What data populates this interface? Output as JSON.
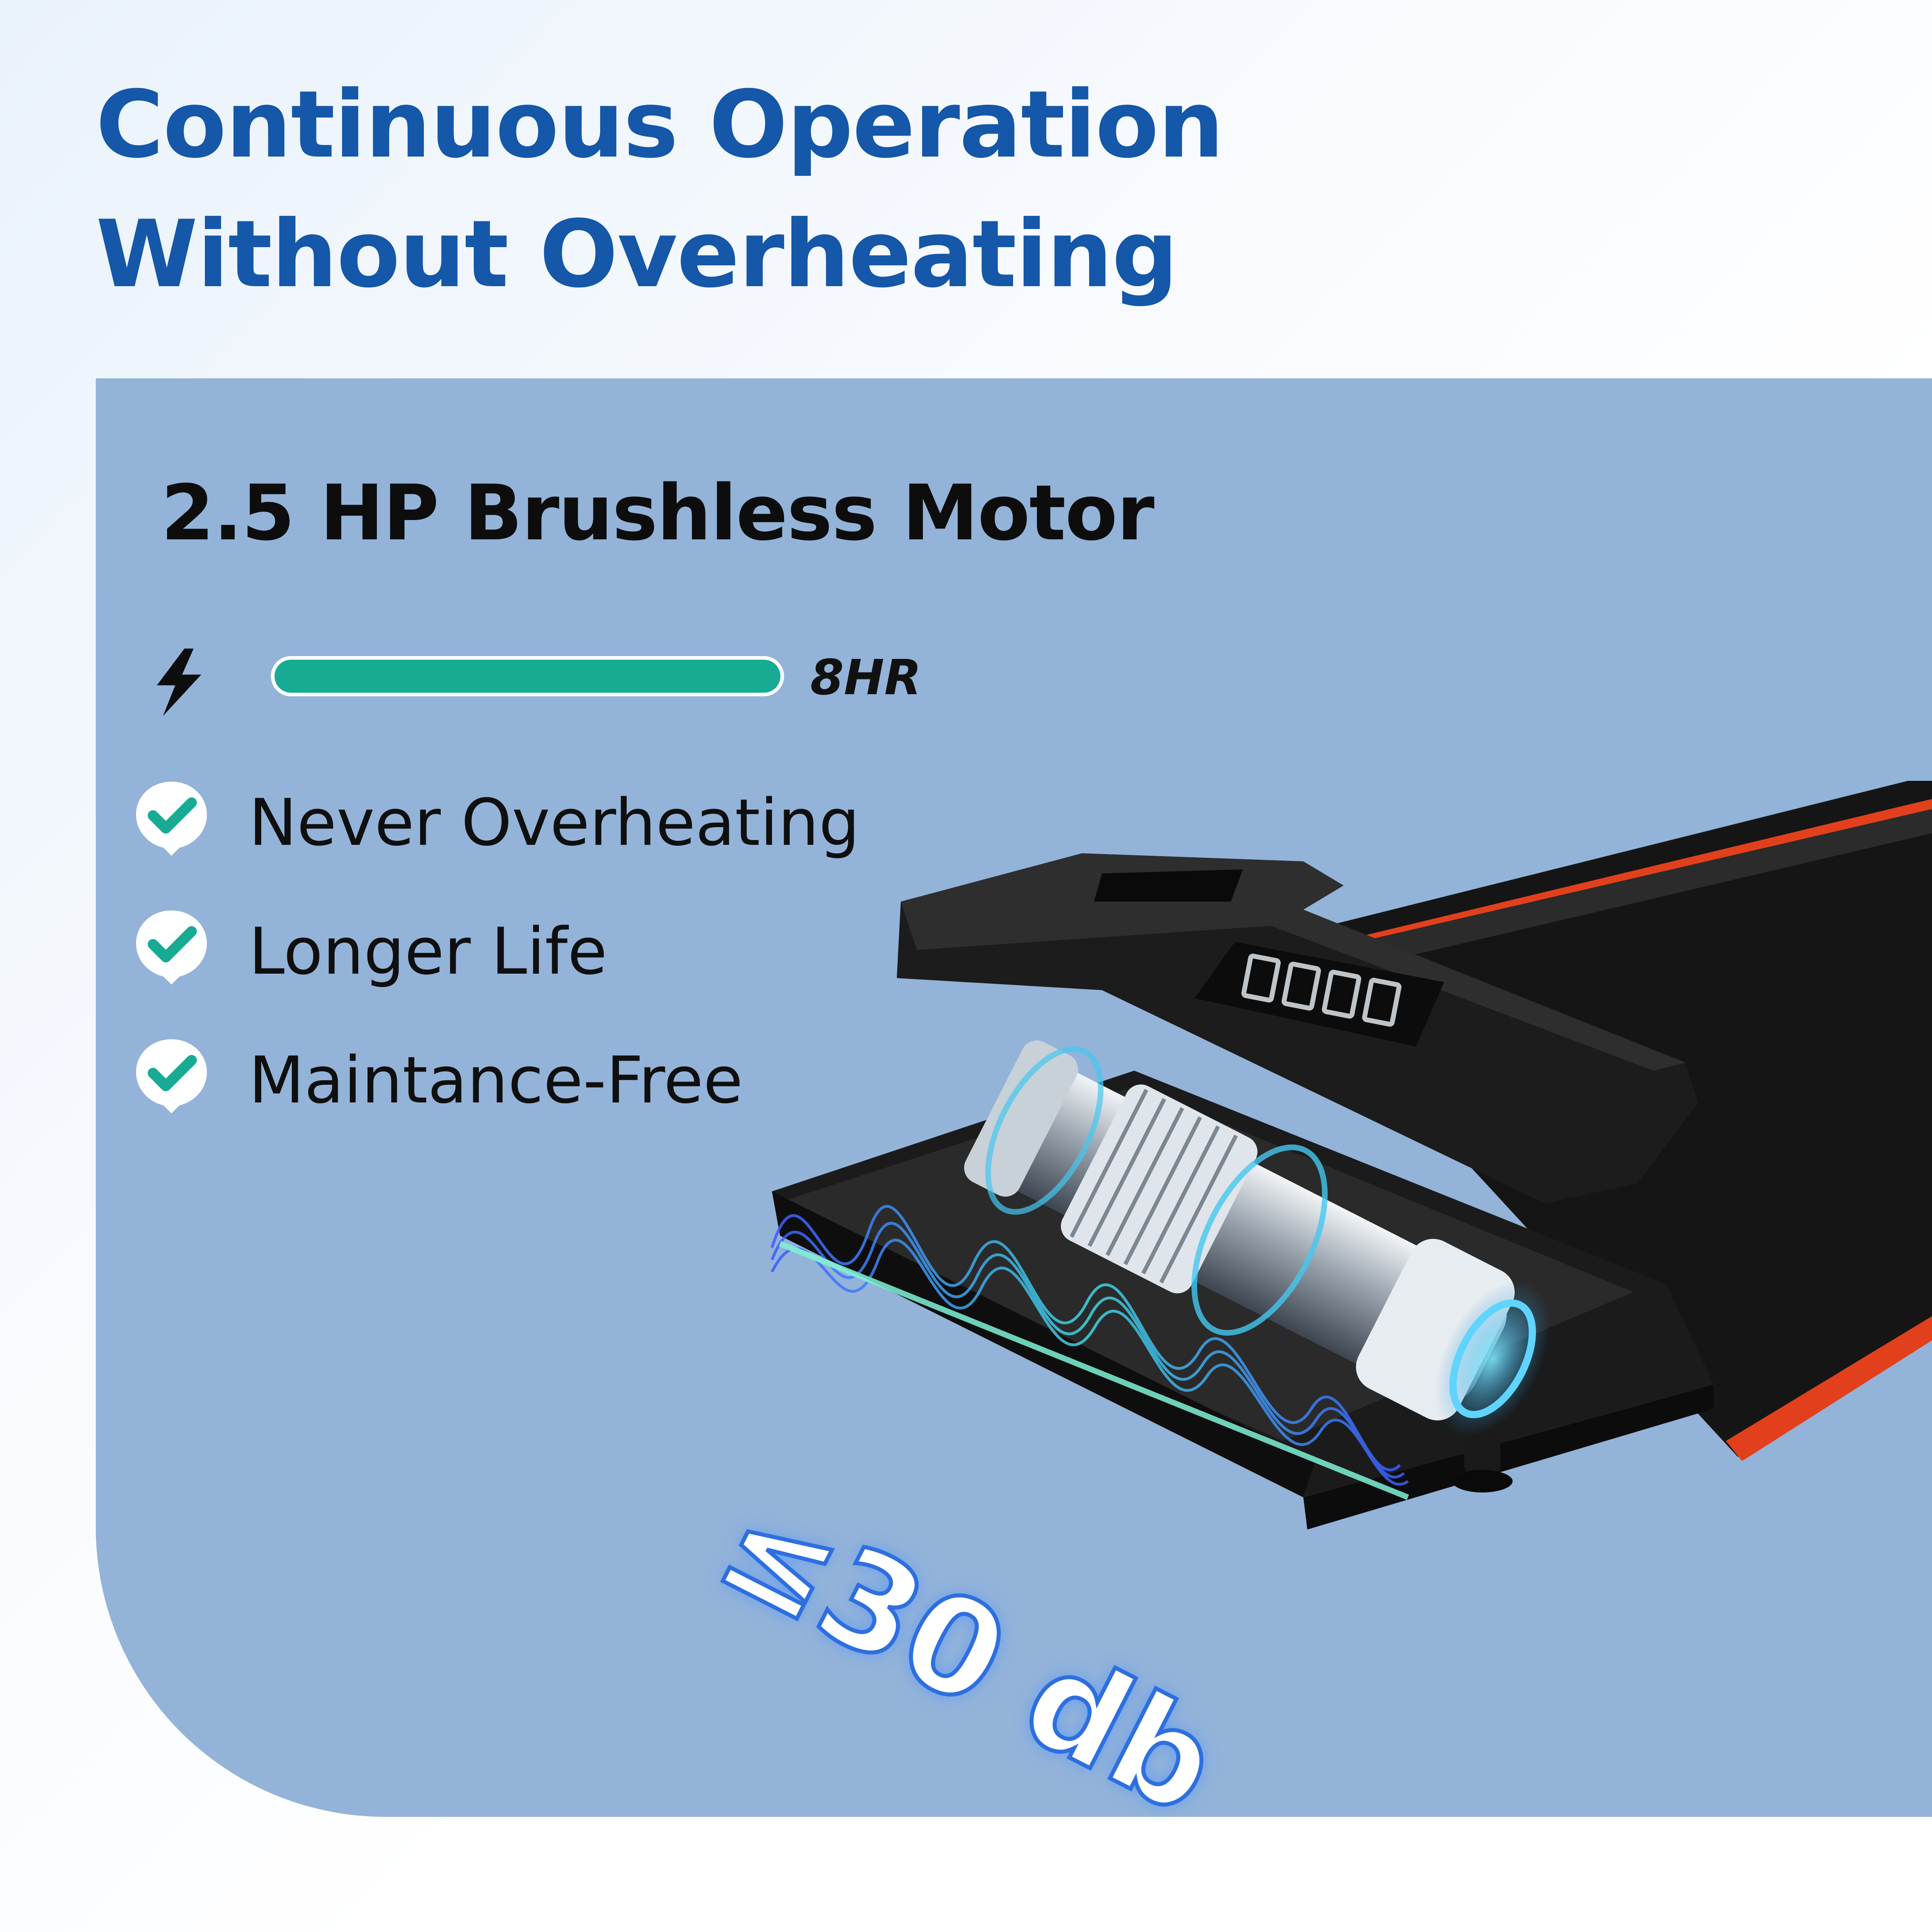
{
  "headline": {
    "line1": "Continuous Operation",
    "line2": "Without Overheating"
  },
  "motor": {
    "title": "2.5 HP Brushless Motor",
    "runtime_label": "8HR",
    "runtime_fill_fraction": 1.0,
    "bar_color": "#17ab94"
  },
  "features": [
    {
      "label": "Never Overheating",
      "icon": "check-icon"
    },
    {
      "label": "Longer Life",
      "icon": "check-icon"
    },
    {
      "label": "Maintance-Free",
      "icon": "check-icon"
    }
  ],
  "noise": {
    "label": "≤30 db"
  },
  "colors": {
    "headline": "#1557a8",
    "panel": "#93b3d9",
    "accent": "#17ab94",
    "check": "#17ab94",
    "treadmill_stripe": "#e2401c"
  }
}
